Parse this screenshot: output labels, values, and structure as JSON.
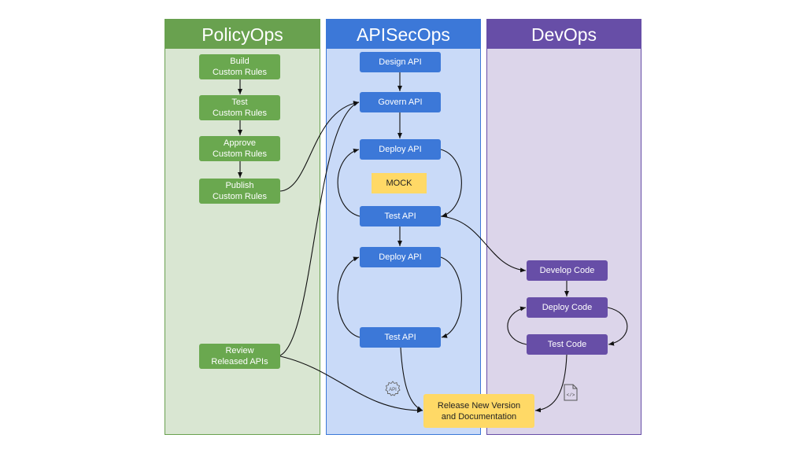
{
  "lanes": {
    "policy": {
      "title": "PolicyOps",
      "color": "#69a14f",
      "bg": "#d9e6d2"
    },
    "api": {
      "title": "APISecOps",
      "color": "#3c78d8",
      "bg": "#c9daf8"
    },
    "dev": {
      "title": "DevOps",
      "color": "#674ea7",
      "bg": "#dcd5ea"
    }
  },
  "nodes": {
    "build_rules": "Build\nCustom Rules",
    "test_rules": "Test\nCustom Rules",
    "approve_rules": "Approve\nCustom Rules",
    "publish_rules": "Publish\nCustom Rules",
    "review_apis": "Review\nReleased APIs",
    "design_api": "Design API",
    "govern_api": "Govern API",
    "deploy_api_1": "Deploy API",
    "mock": "MOCK",
    "test_api_1": "Test API",
    "deploy_api_2": "Deploy API",
    "test_api_2": "Test API",
    "release": "Release New Version\nand Documentation",
    "develop_code": "Develop Code",
    "deploy_code": "Deploy Code",
    "test_code": "Test Code"
  },
  "icons": {
    "api_gear": "api-gear-icon",
    "code_file": "code-file-icon"
  },
  "edges": [
    [
      "build_rules",
      "test_rules"
    ],
    [
      "test_rules",
      "approve_rules"
    ],
    [
      "approve_rules",
      "publish_rules"
    ],
    [
      "publish_rules",
      "govern_api"
    ],
    [
      "review_apis",
      "govern_api"
    ],
    [
      "review_apis",
      "release"
    ],
    [
      "design_api",
      "govern_api"
    ],
    [
      "govern_api",
      "deploy_api_1"
    ],
    [
      "deploy_api_1",
      "test_api_1"
    ],
    [
      "test_api_1",
      "deploy_api_1"
    ],
    [
      "test_api_1",
      "deploy_api_2"
    ],
    [
      "test_api_1",
      "develop_code"
    ],
    [
      "deploy_api_2",
      "test_api_2"
    ],
    [
      "test_api_2",
      "deploy_api_2"
    ],
    [
      "test_api_2",
      "release"
    ],
    [
      "develop_code",
      "deploy_code"
    ],
    [
      "deploy_code",
      "test_code"
    ],
    [
      "test_code",
      "deploy_code"
    ],
    [
      "test_code",
      "release"
    ]
  ]
}
